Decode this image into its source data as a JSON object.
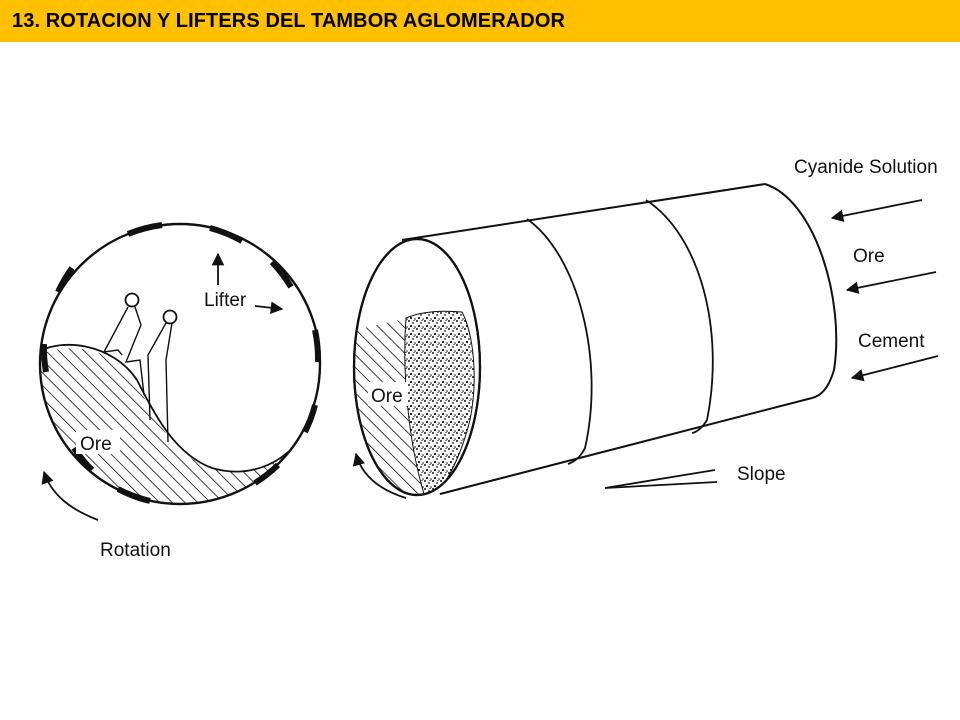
{
  "header": {
    "title": "13. ROTACION Y LIFTERS DEL TAMBOR AGLOMERADOR"
  },
  "diagram": {
    "cross_section": {
      "lifter_label": "Lifter",
      "ore_label": "Ore",
      "rotation_label": "Rotation"
    },
    "drum": {
      "ore_label": "Ore",
      "slope_label": "Slope",
      "inputs": [
        "Cyanide Solution",
        "Ore",
        "Cement"
      ]
    }
  },
  "colors": {
    "header_background": "#FFC000",
    "line": "#111111",
    "background": "#FFFFFF"
  }
}
